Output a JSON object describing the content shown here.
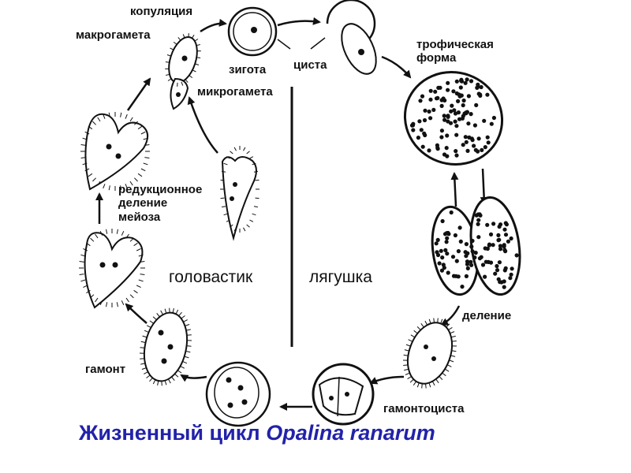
{
  "labels": {
    "kopulyatsiya": "копуляция",
    "makrogameta": "макрогамета",
    "zigota": "зигота",
    "tsista": "циста",
    "troficheskaya": "трофическая\nформа",
    "mikrogameta": "микрогамета",
    "redukcionnoe": "редукционное\nделение\nмейоза",
    "golovastik": "головастик",
    "lyagushka": "лягушка",
    "delenie": "деление",
    "gamont": "гамонт",
    "gamontotsista": "гамонтоциста"
  },
  "caption": {
    "prefix": "Жизненный цикл ",
    "species": "Opalina ranarum"
  },
  "colors": {
    "line": "#111111",
    "caption": "#2222aa"
  }
}
